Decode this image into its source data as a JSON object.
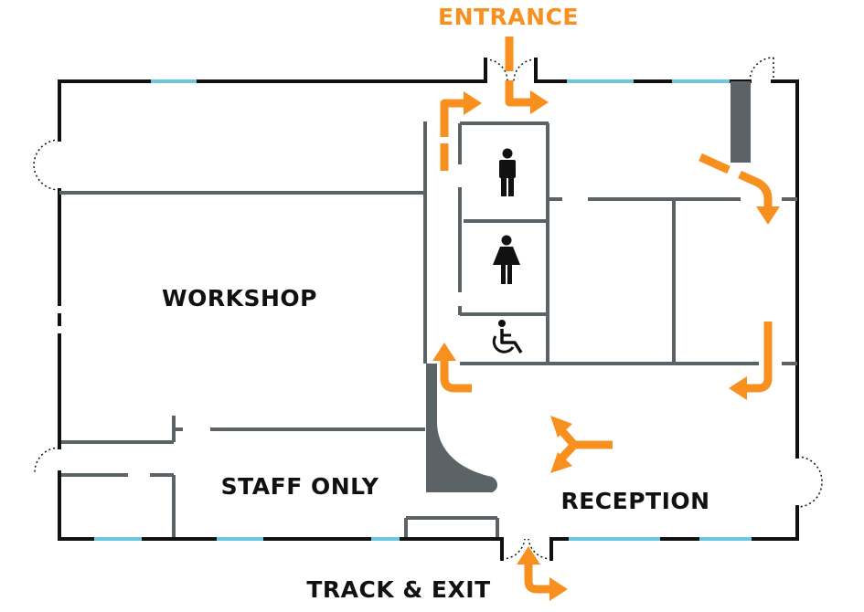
{
  "labels": {
    "entrance": "ENTRANCE",
    "workshop": "WORKSHOP",
    "staff_only": "STAFF ONLY",
    "reception": "RECEPTION",
    "track_exit": "TRACK & EXIT"
  },
  "icons": {
    "male": "male-toilet-icon",
    "female": "female-toilet-icon",
    "accessible": "accessible-toilet-icon"
  },
  "colors": {
    "wall": "#111111",
    "interior_wall": "#5b6366",
    "window": "#6cc6dc",
    "route_arrow": "#f7901e"
  }
}
